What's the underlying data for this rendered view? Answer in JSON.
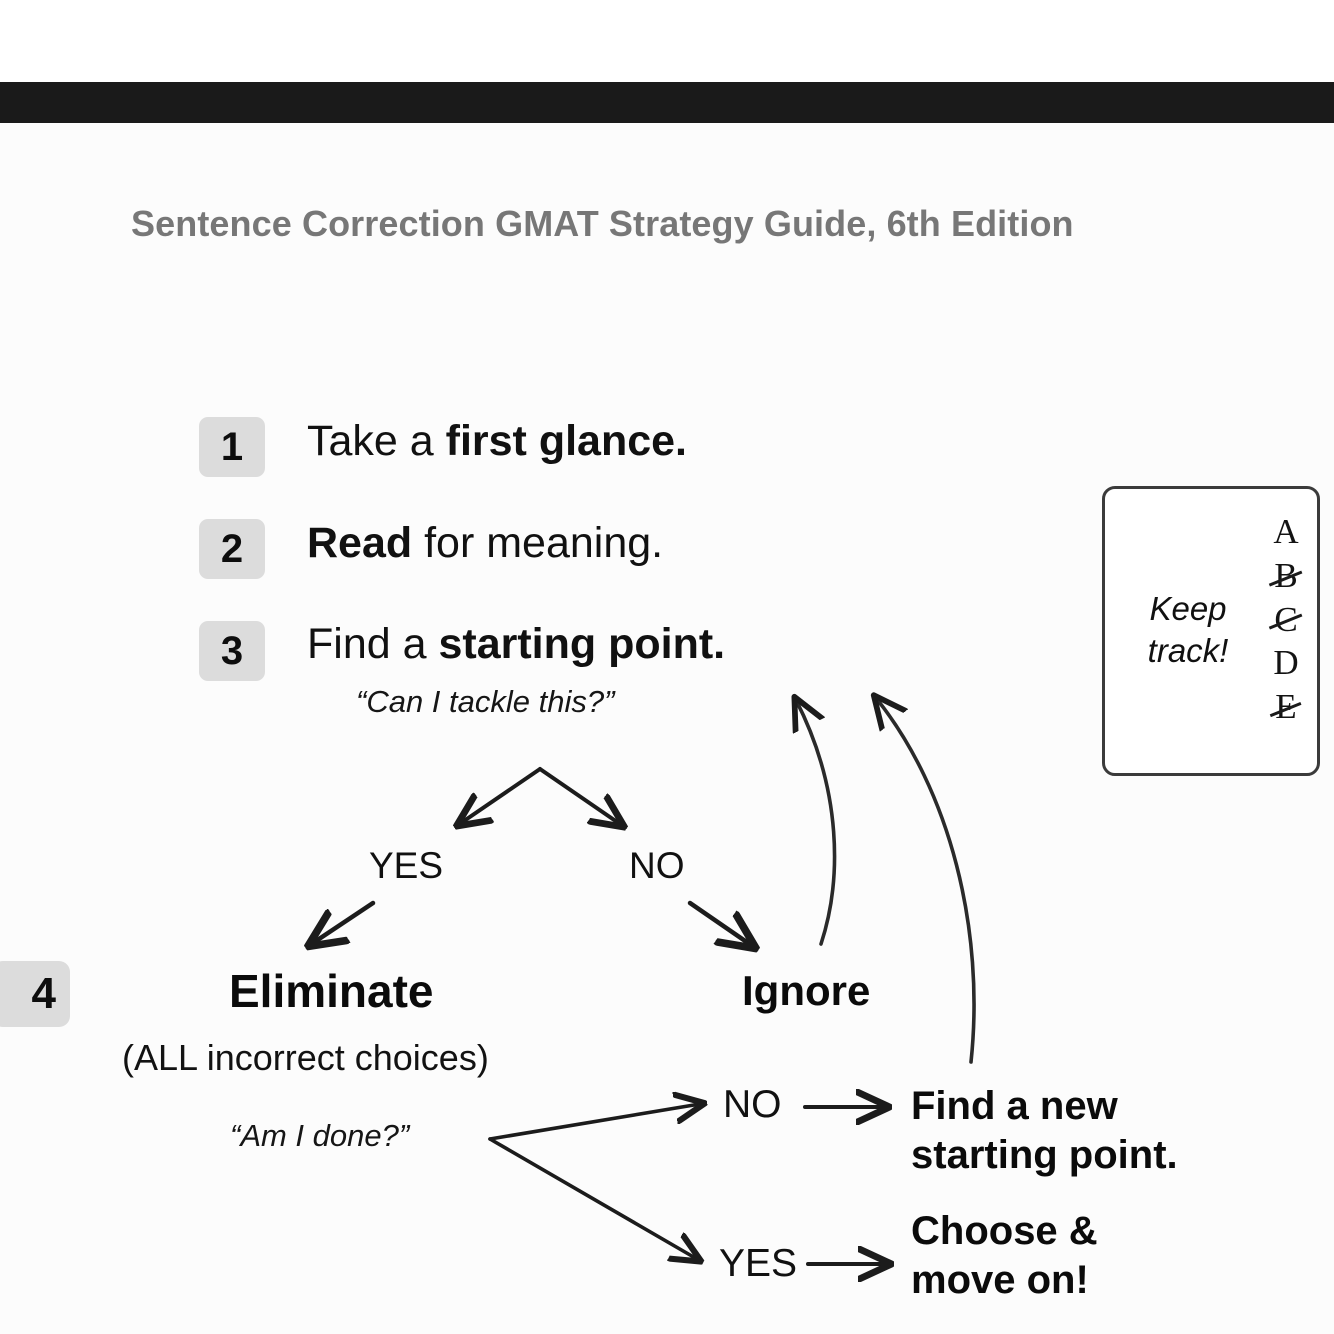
{
  "document": {
    "title": "Sentence Correction GMAT Strategy Guide, 6th Edition"
  },
  "steps": [
    {
      "number": "1",
      "prefix": "Take a ",
      "bold": "first glance.",
      "suffix": ""
    },
    {
      "number": "2",
      "prefix": "",
      "bold": "Read",
      "suffix": " for meaning."
    },
    {
      "number": "3",
      "prefix": "Find a ",
      "bold": "starting point.",
      "suffix": ""
    },
    {
      "number": "4",
      "prefix": "",
      "bold": "Eliminate",
      "suffix": ""
    }
  ],
  "flow": {
    "question_tackle": "“Can I tackle this?”",
    "question_done": "“Am I done?”",
    "yes_label": "YES",
    "no_label": "NO",
    "eliminate_label": "Eliminate",
    "eliminate_note": "(ALL incorrect choices)",
    "ignore_label": "Ignore",
    "no_label_2": "NO",
    "yes_label_2": "YES",
    "outcome_no": "Find a new\nstarting point.",
    "outcome_no_line1": "Find a new",
    "outcome_no_line2": "starting point.",
    "outcome_yes_line1": "Choose &",
    "outcome_yes_line2": "move on!"
  },
  "keep_track": {
    "label_line1": "Keep",
    "label_line2": "track!",
    "letters": [
      {
        "letter": "A",
        "struck": false
      },
      {
        "letter": "B",
        "struck": true
      },
      {
        "letter": "C",
        "struck": true
      },
      {
        "letter": "D",
        "struck": false
      },
      {
        "letter": "E",
        "struck": true
      }
    ]
  },
  "colors": {
    "background": "#fcfcfc",
    "dark_bar": "#1a1a1a",
    "title_gray": "#777777",
    "badge_gray": "#dcdcdc",
    "ink": "#111111"
  }
}
